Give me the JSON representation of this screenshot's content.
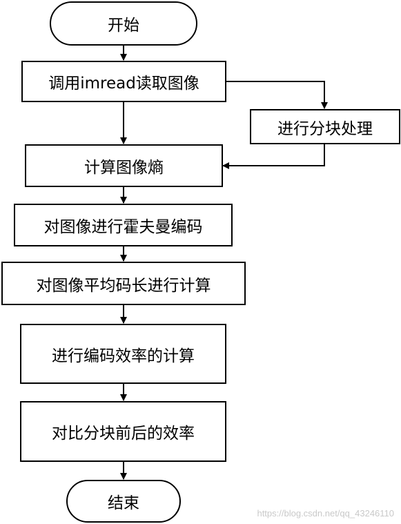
{
  "flowchart": {
    "start": "开始",
    "steps": [
      "调用imread读取图像",
      "计算图像熵",
      "对图像进行霍夫曼编码",
      "对图像平均码长进行计算",
      "进行编码效率的计算",
      "对比分块前后的效率"
    ],
    "branch": "进行分块处理",
    "end": "结束"
  },
  "watermark": "https://blog.csdn.net/qq_43246110"
}
